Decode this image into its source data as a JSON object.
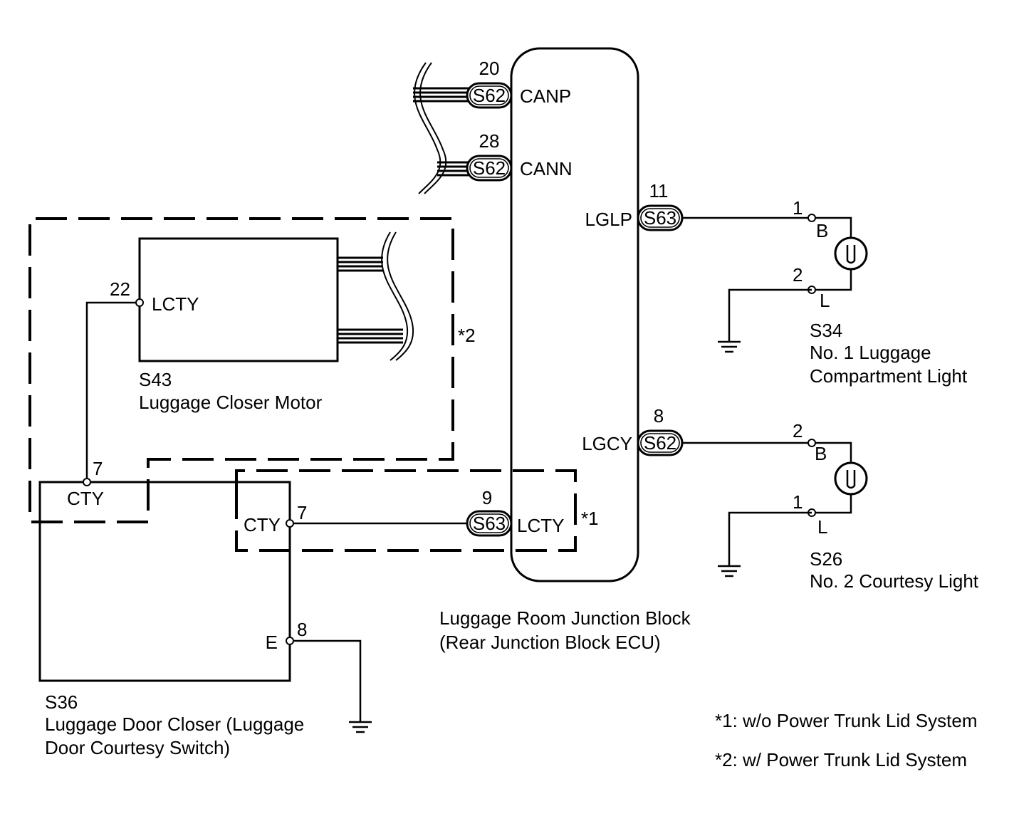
{
  "ecu": {
    "name_line1": "Luggage Room Junction Block",
    "name_line2": "(Rear Junction Block ECU)",
    "terminals": [
      {
        "pin": "20",
        "connector": "S62",
        "label": "CANP"
      },
      {
        "pin": "28",
        "connector": "S62",
        "label": "CANN"
      },
      {
        "pin": "11",
        "connector": "S63",
        "label": "LGLP"
      },
      {
        "pin": "8",
        "connector": "S62",
        "label": "LGCY"
      },
      {
        "pin": "9",
        "connector": "S63",
        "label": "LCTY"
      }
    ]
  },
  "motor": {
    "code": "S43",
    "name": "Luggage Closer Motor",
    "terminal_pin": "22",
    "terminal_label": "LCTY"
  },
  "closer": {
    "code": "S36",
    "name_line1": "Luggage Door Closer (Luggage",
    "name_line2": "Door Courtesy Switch)",
    "terminals": [
      {
        "pin": "7",
        "label": "CTY"
      },
      {
        "pin": "7",
        "label": "CTY"
      },
      {
        "pin": "8",
        "label": "E"
      }
    ]
  },
  "light1": {
    "code": "S34",
    "name_line1": "No. 1 Luggage",
    "name_line2": "Compartment Light",
    "pins": [
      {
        "pin": "1",
        "label": "B"
      },
      {
        "pin": "2",
        "label": "L"
      }
    ]
  },
  "light2": {
    "code": "S26",
    "name": "No. 2 Courtesy Light",
    "pins": [
      {
        "pin": "2",
        "label": "B"
      },
      {
        "pin": "1",
        "label": "L"
      }
    ]
  },
  "markers": {
    "m1": "*1",
    "m2": "*2"
  },
  "notes": {
    "n1": "*1: w/o Power Trunk Lid System",
    "n2": "*2: w/ Power Trunk Lid System"
  }
}
